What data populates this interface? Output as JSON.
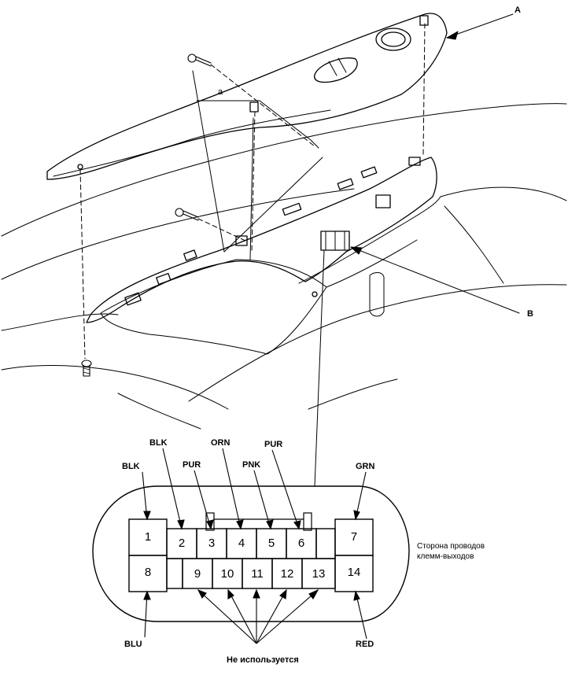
{
  "callouts": {
    "a": "A",
    "b": "B",
    "small_a": "a"
  },
  "connector": {
    "pins": [
      "1",
      "2",
      "3",
      "4",
      "5",
      "6",
      "7",
      "8",
      "9",
      "10",
      "11",
      "12",
      "13",
      "14"
    ],
    "wire_labels": {
      "pin1": "BLK",
      "pin2": "BLK",
      "pin3": "PUR",
      "pin4": "ORN",
      "pin5": "PNK",
      "pin6": "PUR",
      "pin7": "GRN",
      "pin8": "BLU",
      "pin14": "RED"
    },
    "side_note_line1": "Сторона проводов",
    "side_note_line2": "клемм-выходов",
    "unused_label": "Не используется"
  }
}
